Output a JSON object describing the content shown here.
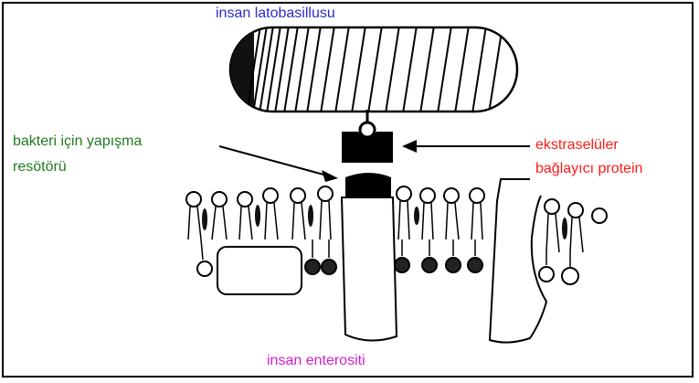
{
  "labels": {
    "lactobacillus": "insan latobasillusu",
    "receptor_line1": "bakteri için yapışma",
    "receptor_line2": "resötörü",
    "protein_line1": "ekstraselüler",
    "protein_line2": "bağlayıcı protein",
    "enterocyte": "insan enterositi"
  },
  "colors": {
    "lactobacillus": "#2b2bd0",
    "receptor": "#1f7a1f",
    "protein": "#ff1a1a",
    "enterocyte": "#d020d0"
  }
}
